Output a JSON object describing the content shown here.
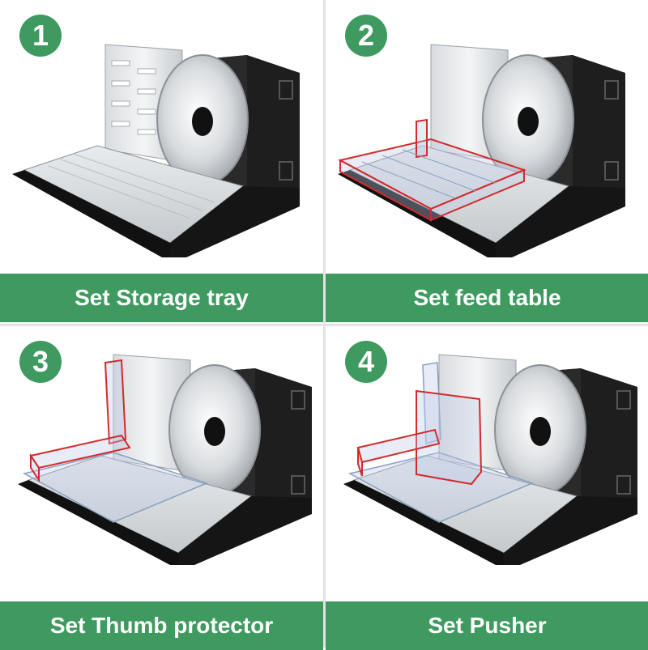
{
  "steps": [
    {
      "number": "1",
      "caption": "Set Storage tray"
    },
    {
      "number": "2",
      "caption": "Set feed table"
    },
    {
      "number": "3",
      "caption": "Set Thumb protector"
    },
    {
      "number": "4",
      "caption": "Set Pusher"
    }
  ],
  "colors": {
    "accent": "#3f9a5f",
    "highlight": "#d22b2b",
    "housing": "#1e1e1e"
  }
}
